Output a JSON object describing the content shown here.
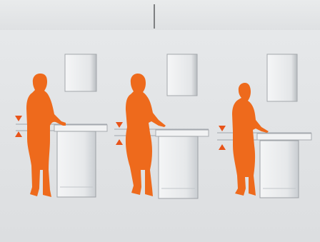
{
  "colors": {
    "figure": "#ee6a1c",
    "marker": "#e8541a",
    "cabinet": "#eceeef",
    "cabinet_edge": "#9da1a5",
    "counter_line": "#9aa0a6",
    "background": "#e2e4e6"
  },
  "figures": [
    {
      "name": "tall-woman",
      "height": "tall"
    },
    {
      "name": "medium-woman",
      "height": "medium"
    },
    {
      "name": "short-woman",
      "height": "short"
    }
  ]
}
